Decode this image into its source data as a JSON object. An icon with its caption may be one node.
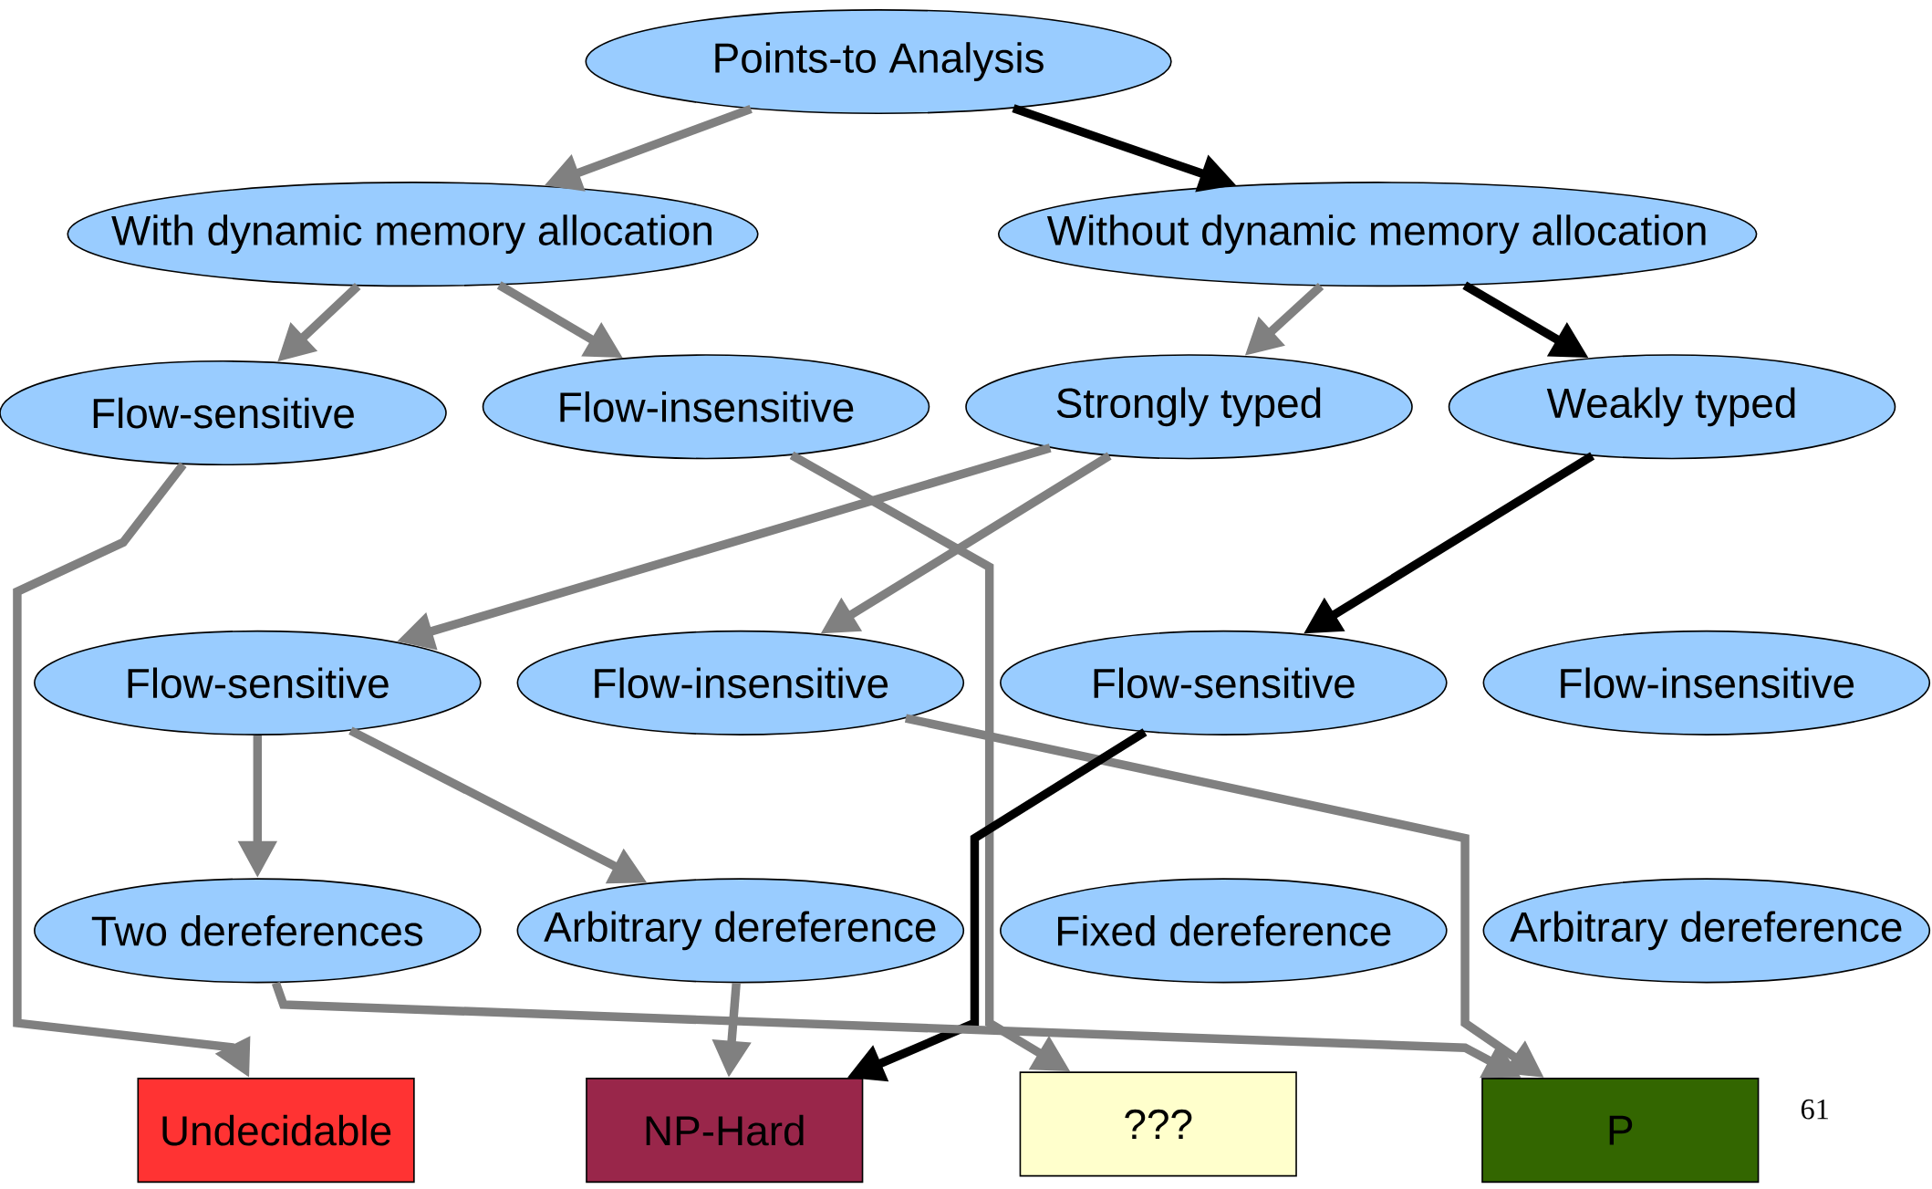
{
  "diagram": {
    "nodes": [
      {
        "text": [
          "Points-to Analysis"
        ]
      },
      {
        "text": [
          "With dynamic memory allocation"
        ]
      },
      {
        "text": [
          "Without dynamic memory allocation"
        ]
      },
      {
        "text": [
          "Flow-sensitive"
        ]
      },
      {
        "text": [
          "Flow-insensitive"
        ]
      },
      {
        "text": [
          "Strongly typed"
        ]
      },
      {
        "text": [
          "Weakly typed"
        ]
      },
      {
        "text": [
          "Flow-sensitive"
        ]
      },
      {
        "text": [
          "Flow-insensitive"
        ]
      },
      {
        "text": [
          "Flow-sensitive"
        ]
      },
      {
        "text": [
          "Flow-insensitive"
        ]
      },
      {
        "text": [
          "Two dereferences"
        ]
      },
      {
        "text": [
          "Arbitrary dereference"
        ]
      },
      {
        "text": [
          "Fixed dereference"
        ]
      },
      {
        "text": [
          "Arbitrary dereference"
        ]
      },
      {
        "text": [
          "Undecidable"
        ]
      },
      {
        "text": [
          "NP-Hard"
        ]
      },
      {
        "text": [
          "???"
        ]
      },
      {
        "text": [
          "P"
        ]
      }
    ],
    "edges": [
      {
        "from": 0,
        "to": 1,
        "arrow": "to"
      },
      {
        "from": 0,
        "to": 2,
        "arrow": "to",
        "color": "#000000"
      },
      {
        "from": 1,
        "to": 3,
        "arrow": "to"
      },
      {
        "from": 1,
        "to": 4,
        "arrow": "to"
      },
      {
        "from": 2,
        "to": 5,
        "arrow": "to"
      },
      {
        "from": 2,
        "to": 6,
        "arrow": "to",
        "color": "#000000"
      },
      {
        "from": 3,
        "to": 15,
        "arrow": "to"
      },
      {
        "from": 4,
        "to": 17,
        "arrow": "to"
      },
      {
        "from": 5,
        "to": 7,
        "arrow": "to"
      },
      {
        "from": 5,
        "to": 8,
        "arrow": "to"
      },
      {
        "from": 6,
        "to": 9,
        "arrow": "to",
        "color": "#000000"
      },
      {
        "from": 7,
        "to": 11,
        "arrow": "to"
      },
      {
        "from": 7,
        "to": 12,
        "arrow": "to"
      },
      {
        "from": 8,
        "to": 18,
        "arrow": "to"
      },
      {
        "from": 9,
        "to": 16,
        "arrow": "to",
        "color": "#000000"
      },
      {
        "from": 11,
        "to": 18,
        "arrow": "to"
      },
      {
        "from": 12,
        "to": 16,
        "arrow": "to"
      }
    ],
    "labels": [
      "61"
    ]
  }
}
